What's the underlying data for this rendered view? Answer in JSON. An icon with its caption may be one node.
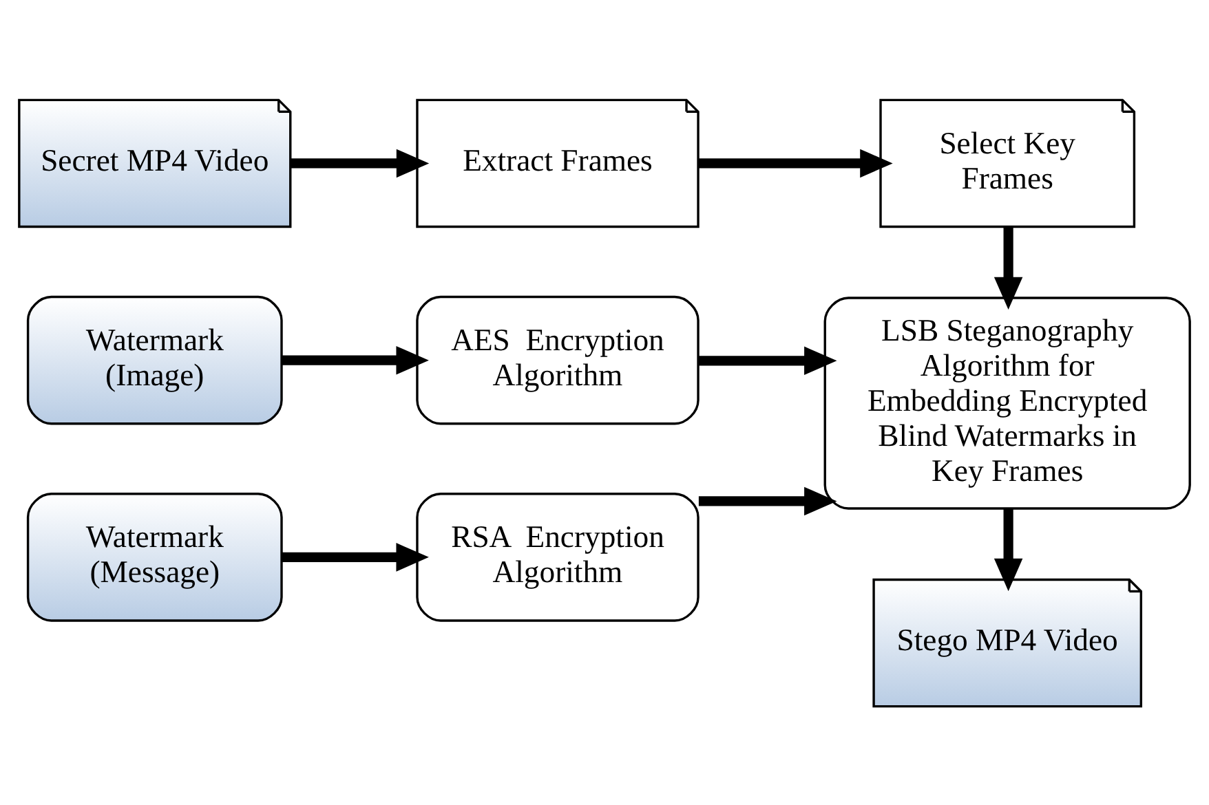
{
  "diagram": {
    "nodes": [
      {
        "text": [
          "Secret MP4 Video"
        ]
      },
      {
        "text": [
          "Extract Frames"
        ]
      },
      {
        "text": [
          "Select Key Frames"
        ]
      },
      {
        "text": [
          "Watermark (Image)"
        ]
      },
      {
        "text": [
          "AES  Encryption Algorithm"
        ]
      },
      {
        "text": [
          "Watermark (Message)"
        ]
      },
      {
        "text": [
          "RSA  Encryption Algorithm"
        ]
      },
      {
        "text": [
          "LSB Steganography Algorithm for Embedding Encrypted Blind Watermarks in Key Frames"
        ]
      },
      {
        "text": [
          "Stego MP4 Video"
        ]
      }
    ],
    "edges": [
      {
        "from": 0,
        "to": 1,
        "arrow": "to"
      },
      {
        "from": 1,
        "to": 2,
        "arrow": "to"
      },
      {
        "from": 2,
        "to": 7,
        "arrow": "to"
      },
      {
        "from": 3,
        "to": 4,
        "arrow": "to"
      },
      {
        "from": 4,
        "to": 7,
        "arrow": "to"
      },
      {
        "from": 5,
        "to": 6,
        "arrow": "to"
      },
      {
        "from": 6,
        "to": 7,
        "arrow": "to"
      },
      {
        "from": 7,
        "to": 8,
        "arrow": "to"
      }
    ]
  }
}
